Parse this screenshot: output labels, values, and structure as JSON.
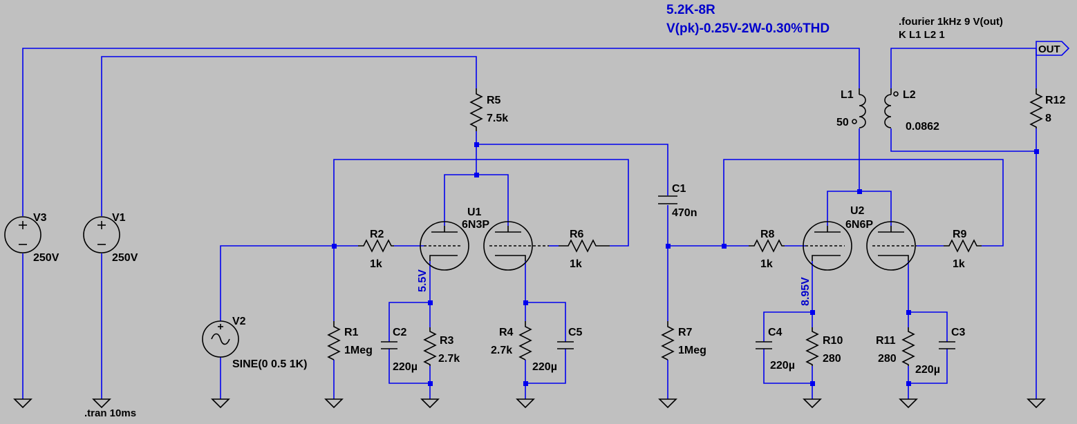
{
  "annotations": {
    "impedance": "5.2K-8R",
    "result": "V(pk)-0.25V-2W-0.30%THD",
    "fourier": ".fourier 1kHz 9 V(out)",
    "coupling": "K L1 L2 1",
    "tran": ".tran 10ms"
  },
  "output_label": "OUT",
  "node_voltages": {
    "u1_cathode": "5.5V",
    "u2_cathode": "8.95V"
  },
  "sources": {
    "V3": {
      "name": "V3",
      "value": "250V"
    },
    "V1": {
      "name": "V1",
      "value": "250V"
    },
    "V2": {
      "name": "V2",
      "value": "SINE(0 0.5 1K)"
    }
  },
  "tubes": {
    "U1": {
      "name": "U1",
      "value": "6N3P"
    },
    "U2": {
      "name": "U2",
      "value": "6N6P"
    }
  },
  "resistors": {
    "R1": {
      "name": "R1",
      "value": "1Meg"
    },
    "R2": {
      "name": "R2",
      "value": "1k"
    },
    "R3": {
      "name": "R3",
      "value": "2.7k"
    },
    "R4": {
      "name": "R4",
      "value": "2.7k"
    },
    "R5": {
      "name": "R5",
      "value": "7.5k"
    },
    "R6": {
      "name": "R6",
      "value": "1k"
    },
    "R7": {
      "name": "R7",
      "value": "1Meg"
    },
    "R8": {
      "name": "R8",
      "value": "1k"
    },
    "R9": {
      "name": "R9",
      "value": "1k"
    },
    "R10": {
      "name": "R10",
      "value": "280"
    },
    "R11": {
      "name": "R11",
      "value": "280"
    },
    "R12": {
      "name": "R12",
      "value": "8"
    }
  },
  "capacitors": {
    "C1": {
      "name": "C1",
      "value": "470n"
    },
    "C2": {
      "name": "C2",
      "value": "220µ"
    },
    "C3": {
      "name": "C3",
      "value": "220µ"
    },
    "C4": {
      "name": "C4",
      "value": "220µ"
    },
    "C5": {
      "name": "C5",
      "value": "220µ"
    }
  },
  "inductors": {
    "L1": {
      "name": "L1",
      "value": "50"
    },
    "L2": {
      "name": "L2",
      "value": "0.0862"
    }
  }
}
